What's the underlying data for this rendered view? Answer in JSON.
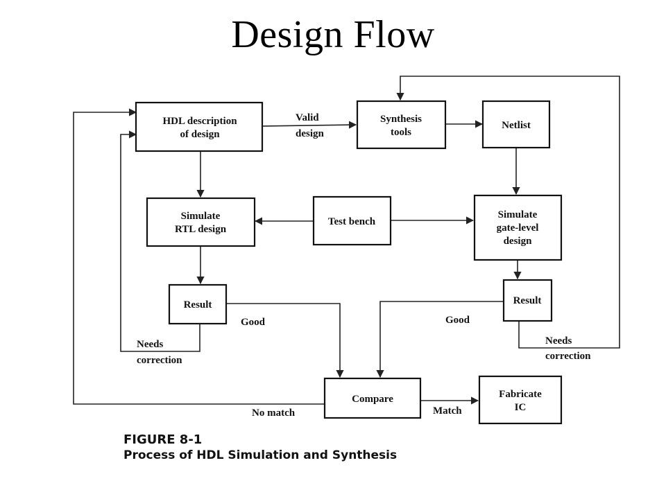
{
  "title": "Design Flow",
  "nodes": {
    "hdl": [
      "HDL description",
      "of design"
    ],
    "synthesis": [
      "Synthesis",
      "tools"
    ],
    "netlist": [
      "Netlist"
    ],
    "simulate_rtl": [
      "Simulate",
      "RTL design"
    ],
    "test_bench": [
      "Test bench"
    ],
    "simulate_gate": [
      "Simulate",
      "gate-level",
      "design"
    ],
    "result_left": [
      "Result"
    ],
    "result_right": [
      "Result"
    ],
    "compare": [
      "Compare"
    ],
    "fabricate": [
      "Fabricate",
      "IC"
    ]
  },
  "edges": {
    "valid": "Valid",
    "valid_design": "design",
    "good_left": "Good",
    "good_right": "Good",
    "needs_left": "Needs",
    "correction_left": "correction",
    "needs_right": "Needs",
    "correction_right": "correction",
    "no_match": "No match",
    "match": "Match"
  },
  "caption": {
    "figure": "FIGURE 8-1",
    "text": "Process of HDL Simulation and Synthesis"
  }
}
